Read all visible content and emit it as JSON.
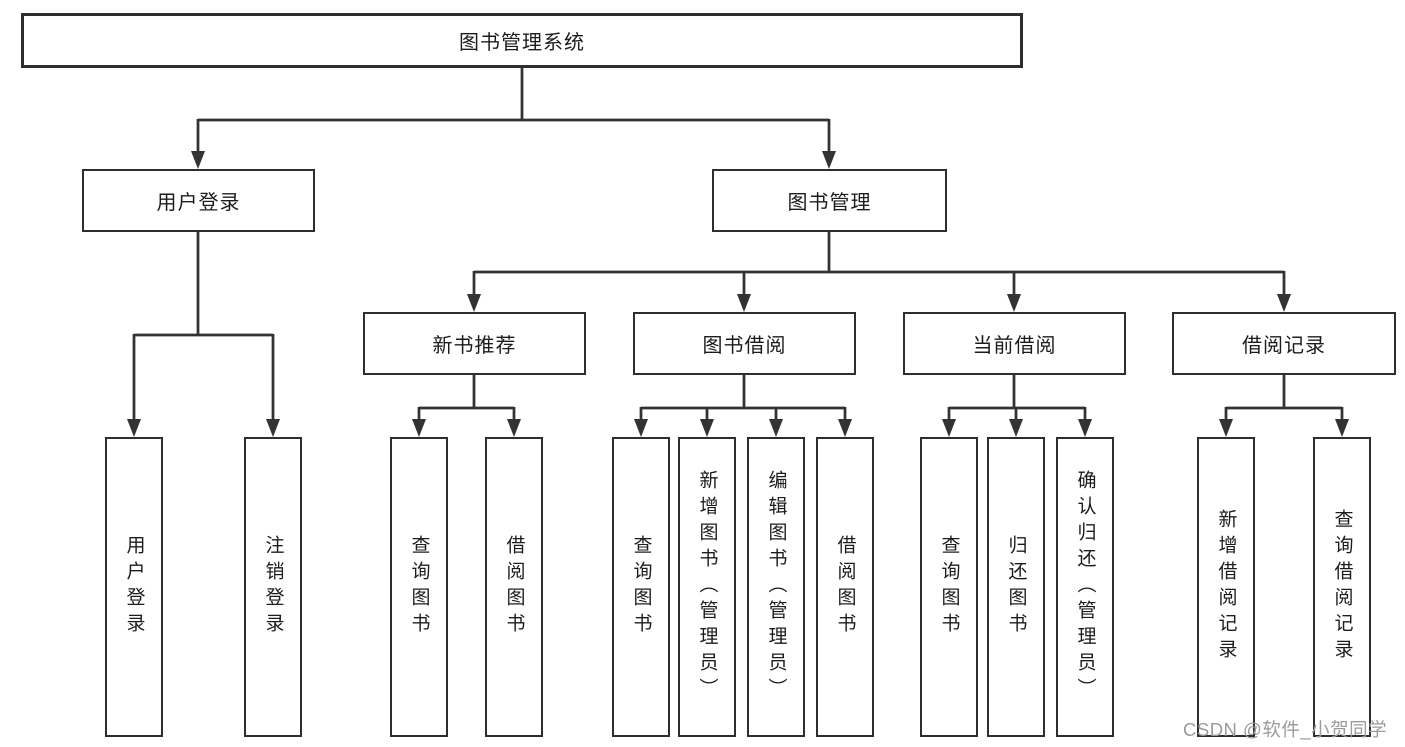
{
  "tree": {
    "label": "图书管理系统",
    "children": [
      {
        "label": "用户登录",
        "children": [
          {
            "label": "用户登录"
          },
          {
            "label": "注销登录"
          }
        ]
      },
      {
        "label": "图书管理",
        "children": [
          {
            "label": "新书推荐",
            "children": [
              {
                "label": "查询图书"
              },
              {
                "label": "借阅图书"
              }
            ]
          },
          {
            "label": "图书借阅",
            "children": [
              {
                "label": "查询图书"
              },
              {
                "label": "新增图书（管理员）"
              },
              {
                "label": "编辑图书（管理员）"
              },
              {
                "label": "借阅图书"
              }
            ]
          },
          {
            "label": "当前借阅",
            "children": [
              {
                "label": "查询图书"
              },
              {
                "label": "归还图书"
              },
              {
                "label": "确认归还（管理员）"
              }
            ]
          },
          {
            "label": "借阅记录",
            "children": [
              {
                "label": "新增借阅记录"
              },
              {
                "label": "查询借阅记录"
              }
            ]
          }
        ]
      }
    ]
  },
  "watermark": "CSDN @软件_小贺同学",
  "colors": {
    "line": "#333333",
    "box_border": "#2e2e2e",
    "text": "#1c1c1c",
    "watermark": "#9b9b9b",
    "background": "#ffffff"
  }
}
